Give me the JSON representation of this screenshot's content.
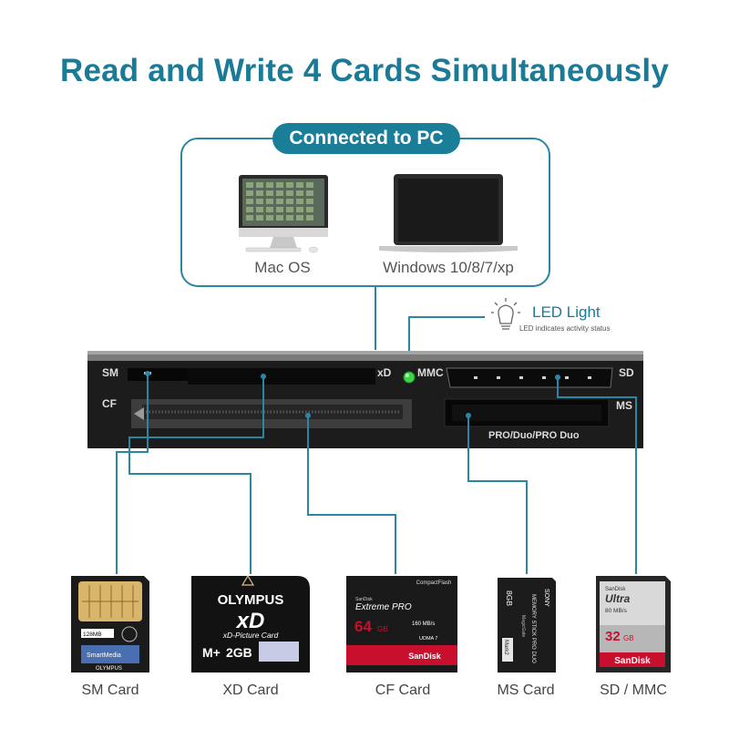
{
  "headline": "Read and Write 4 Cards Simultaneously",
  "connection": {
    "label": "Connected to PC",
    "os": [
      {
        "name": "Mac OS",
        "icon": "imac-icon"
      },
      {
        "name": "Windows 10/8/7/xp",
        "icon": "laptop-icon"
      }
    ]
  },
  "led": {
    "title": "LED Light",
    "subtitle": "LED indicates activity status",
    "color": "#3fd449"
  },
  "reader": {
    "slots": {
      "sm": "SM",
      "cf": "CF",
      "xd": "xD",
      "mmc": "MMC",
      "sd": "SD",
      "ms": "MS",
      "ms_sub": "PRO/Duo/PRO Duo"
    }
  },
  "cards": [
    {
      "label": "SM Card",
      "printed": {
        "capacity": "128MB",
        "brand": "SmartMedia",
        "maker": "OLYMPUS"
      }
    },
    {
      "label": "XD Card",
      "printed": {
        "brand": "OLYMPUS",
        "logo": "xD",
        "sub": "xD-Picture Card",
        "model": "M+",
        "capacity": "2GB"
      }
    },
    {
      "label": "CF Card",
      "printed": {
        "top": "CompactFlash",
        "maker_small": "SanDisk",
        "line": "Extreme PRO",
        "capacity": "64",
        "unit": "GB",
        "speed": "160 MB/s",
        "udma": "UDMA 7",
        "brand": "SanDisk"
      }
    },
    {
      "label": "MS Card",
      "printed": {
        "capacity": "8GB",
        "maker": "SONY",
        "line": "MEMORY STICK PRO DUO",
        "magic": "MagicGate",
        "mark": "Mark2"
      }
    },
    {
      "label": "SD / MMC",
      "printed": {
        "maker_small": "SanDisk",
        "line": "Ultra",
        "speed": "80 MB/s",
        "capacity": "32",
        "unit": "GB",
        "brand": "SanDisk"
      }
    }
  ],
  "colors": {
    "accent": "#1b7a96",
    "pill": "#1a7e98",
    "reader_body": "#1c1c1c",
    "card_red": "#c8102e"
  }
}
